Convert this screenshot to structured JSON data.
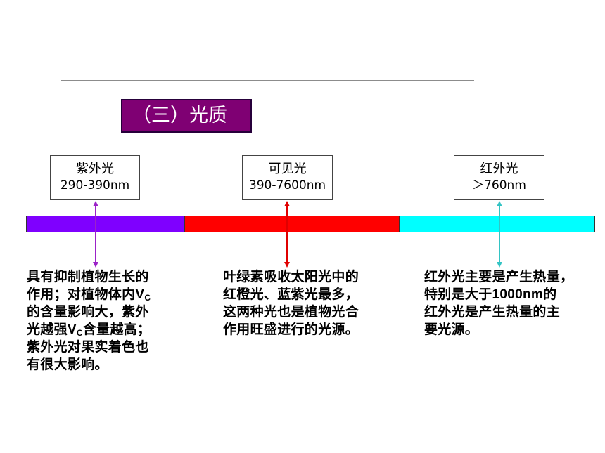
{
  "title": "（三）光质",
  "bands": [
    {
      "name": "紫外光",
      "range": "290-390nm",
      "color": "#7f00ff",
      "arrow_color": "#9b22c8"
    },
    {
      "name": "可见光",
      "range": "390-7600nm",
      "color": "#ff0000",
      "arrow_color": "#e00000"
    },
    {
      "name": "红外光",
      "range": "＞760nm",
      "color": "#00ffff",
      "arrow_color": "#33c4c4"
    }
  ],
  "descriptions": {
    "uv": {
      "l1": "具有抑制植物生长的",
      "l2a": "作用；对植物体内",
      "vc1": "V",
      "vc1sub": "C",
      "l3": "的含量影响大，紫外",
      "l4a": "光越强",
      "vc2": "V",
      "vc2sub": "C",
      "l4b": "含量越高；",
      "l5": "紫外光对果实着色也",
      "l6": "有很大影响。"
    },
    "visible": {
      "l1": "叶绿素吸收太阳光中的",
      "l2": "红橙光、蓝紫光最多，",
      "l3": "这两种光也是植物光合",
      "l4": "作用旺盛进行的光源。"
    },
    "ir": {
      "l1": "红外光主要是产生热量，",
      "l2a": "特别是大于",
      "l2num": "1000nm",
      "l2b": "的",
      "l3": "红外光是产生热量的主",
      "l4": "要光源。"
    }
  }
}
